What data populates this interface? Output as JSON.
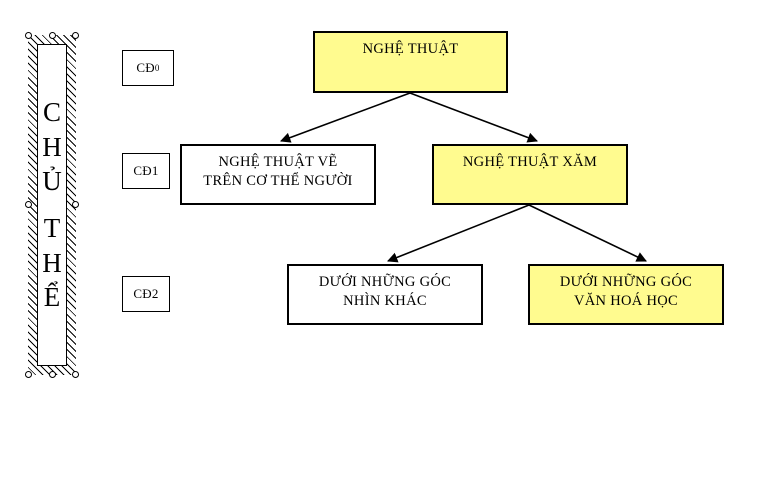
{
  "diagram": {
    "title_panel": {
      "text": "CHỦ THỂ",
      "letters": [
        "C",
        "H",
        "Ủ",
        "",
        "T",
        "H",
        "Ể"
      ]
    },
    "level_tags": [
      {
        "name": "level-tag-cd0",
        "base": "CĐ",
        "sup": "0"
      },
      {
        "name": "level-tag-cd1",
        "base": "CĐ1",
        "sup": ""
      },
      {
        "name": "level-tag-cd2",
        "base": "CĐ2",
        "sup": ""
      }
    ],
    "nodes": [
      {
        "id": "root",
        "label": "NGHỆ THUẬT",
        "fill": "#FFFB8F"
      },
      {
        "id": "body-paint",
        "label": "NGHỆ THUẬT VẼ\nTRÊN CƠ THỂ NGƯỜI",
        "fill": "#FFFFFF"
      },
      {
        "id": "tattoo",
        "label": "NGHỆ THUẬT XĂM",
        "fill": "#FFFB8F"
      },
      {
        "id": "other-views",
        "label": "DƯỚI NHỮNG GÓC\nNHÌN KHÁC",
        "fill": "#FFFFFF"
      },
      {
        "id": "culture",
        "label": "DƯỚI NHỮNG GÓC\nVĂN HOÁ HỌC",
        "fill": "#FFFB8F"
      }
    ],
    "colors": {
      "highlight_fill": "#FFFB8F",
      "plain_fill": "#FFFFFF",
      "stroke": "#000000",
      "background": "#FFFFFF"
    },
    "edges": [
      {
        "from": "root",
        "to": "body-paint"
      },
      {
        "from": "root",
        "to": "tattoo"
      },
      {
        "from": "tattoo",
        "to": "other-views"
      },
      {
        "from": "tattoo",
        "to": "culture"
      }
    ]
  }
}
